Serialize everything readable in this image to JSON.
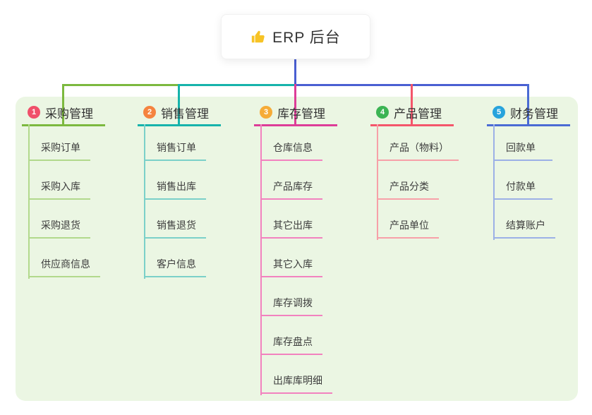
{
  "root": {
    "icon": "thumbs-up",
    "label": "ERP 后台",
    "connector_color": "#4a5fd2",
    "icon_color": "#f7c325"
  },
  "canvas": {
    "background": "#ffffff",
    "panel_background": "#ebf6e3"
  },
  "branches": [
    {
      "number": "1",
      "label": "采购管理",
      "badge_color": "#f0506a",
      "line_color": "#7cb93f",
      "sub_line_color": "#b2d98c",
      "items": [
        "采购订单",
        "采购入库",
        "采购退货",
        "供应商信息"
      ]
    },
    {
      "number": "2",
      "label": "销售管理",
      "badge_color": "#f5833f",
      "line_color": "#16b3ab",
      "sub_line_color": "#7bd0c9",
      "items": [
        "销售订单",
        "销售出库",
        "销售退货",
        "客户信息"
      ]
    },
    {
      "number": "3",
      "label": "库存管理",
      "badge_color": "#f6ac38",
      "line_color": "#dd3d98",
      "sub_line_color": "#f282bf",
      "items": [
        "仓库信息",
        "产品库存",
        "其它出库",
        "其它入库",
        "库存调拨",
        "库存盘点",
        "出库库明细"
      ]
    },
    {
      "number": "4",
      "label": "产品管理",
      "badge_color": "#3cb454",
      "line_color": "#f4566b",
      "sub_line_color": "#f7a0a8",
      "items": [
        "产品（物料）",
        "产品分类",
        "产品单位"
      ]
    },
    {
      "number": "5",
      "label": "财务管理",
      "badge_color": "#27a3dc",
      "line_color": "#4a6bd4",
      "sub_line_color": "#9cb0e6",
      "items": [
        "回款单",
        "付款单",
        "结算账户"
      ]
    }
  ]
}
